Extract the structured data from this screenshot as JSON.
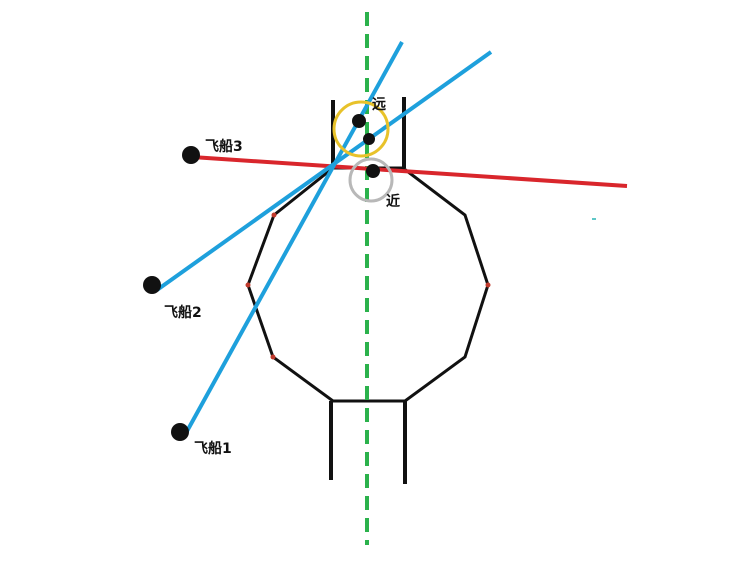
{
  "labels": {
    "ship1": "飞船1",
    "ship2": "飞船2",
    "ship3": "飞船3",
    "far": "远",
    "near": "近"
  },
  "colors": {
    "structure": "#111111",
    "axis": "#2bb24c",
    "sightline": "#1ea0dc",
    "red_line": "#d9262c",
    "far_circle": "#e8c22a",
    "near_circle": "#b8b8b8",
    "dot": "#c0392b"
  }
}
